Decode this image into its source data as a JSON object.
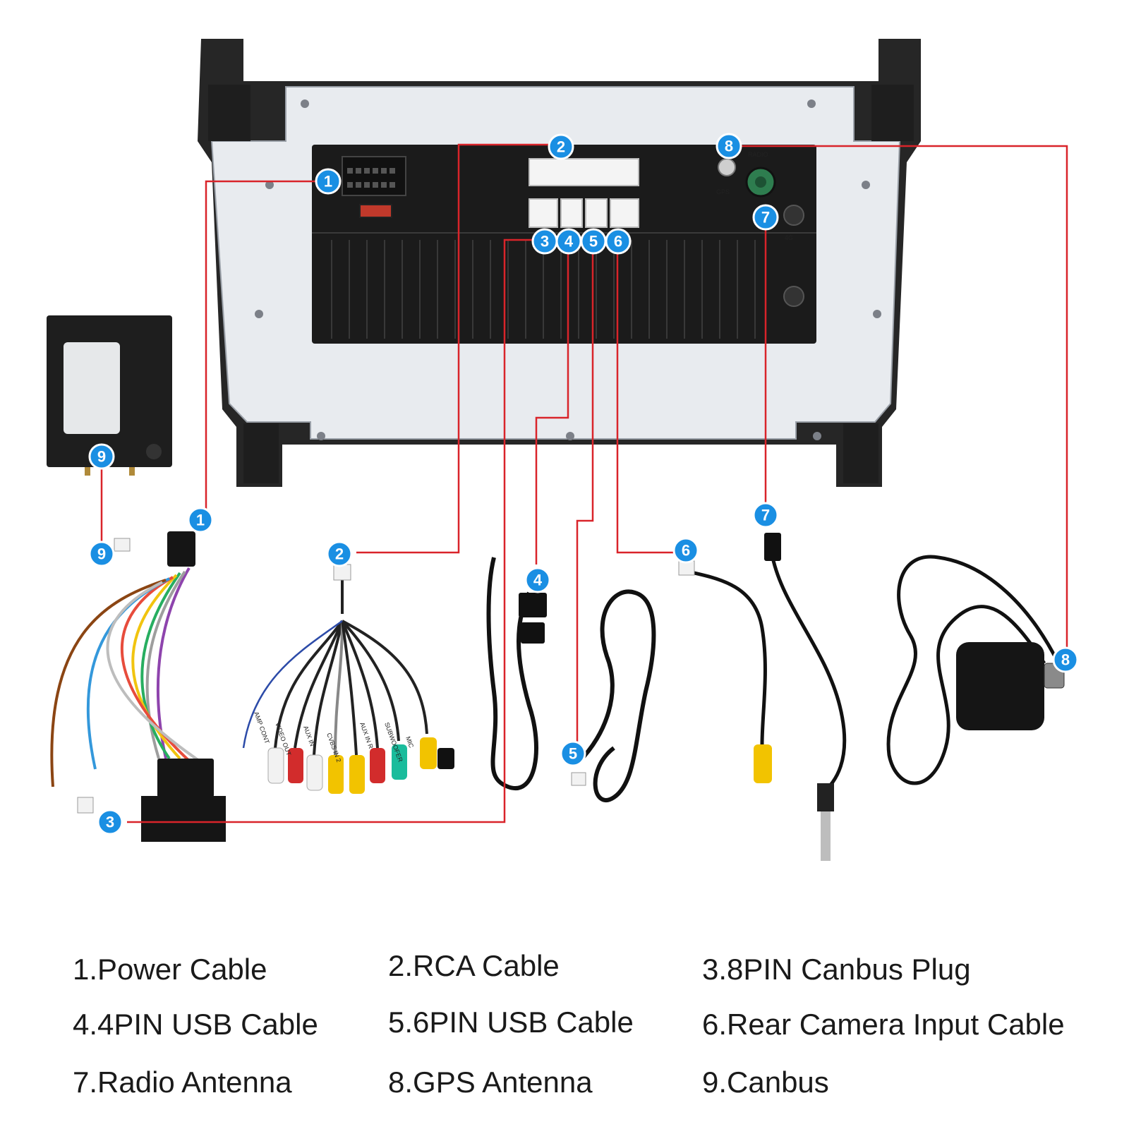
{
  "badges": {
    "n1": "1",
    "n2": "2",
    "n3": "3",
    "n4": "4",
    "n5": "5",
    "n6": "6",
    "n7": "7",
    "n8": "8",
    "n9": "9"
  },
  "unit_labels": {
    "radio": "RADIO",
    "gps": "GPS",
    "four_g": "4G"
  },
  "harness_labels": [
    "AMP CONT",
    "VIDEO OUT",
    "AUX IN",
    "CVBS IN 2",
    "AUX IN R",
    "SUBWOOFER",
    "MIC"
  ],
  "legend": [
    "1.Power Cable",
    "2.RCA Cable",
    "3.8PIN Canbus Plug",
    "4.4PIN USB  Cable",
    "5.6PIN USB  Cable",
    "6.Rear Camera Input Cable",
    "7.Radio Antenna",
    "8.GPS Antenna",
    "9.Canbus"
  ],
  "colors": {
    "badge": "#1a8fe3",
    "wire": "#d9242a",
    "frame": "#2a2a2a",
    "panel": "#e9ecf0",
    "body": "#1b1b1b"
  }
}
